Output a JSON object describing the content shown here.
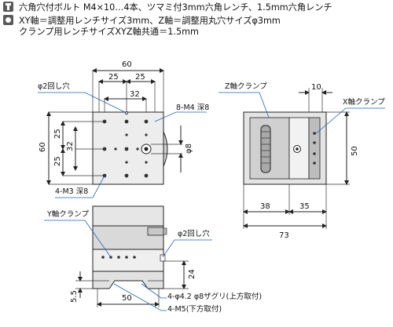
{
  "header": {
    "line1": "六角穴付ボルト M4×10…4本、ツマミ付3mm六角レンチ、1.5mm六角レンチ",
    "line2": "XY軸＝調整用レンチサイズ3mm、Z軸＝調整用丸穴サイズφ3mm",
    "line3": "クランプ用レンチサイズXYZ軸共通＝1.5mm",
    "icon1": "hex-bolt-icon",
    "icon2": "hex-nut-icon"
  },
  "top_view": {
    "dim_60_top": "60",
    "dim_25_a": "25",
    "dim_25_b": "25",
    "dim_32_h": "32",
    "dim_60_left": "60",
    "dim_25_l1": "25",
    "dim_32_v": "32",
    "dim_25_l2": "25",
    "dim_phi8": "φ8",
    "note_phi2": "φ2回し穴",
    "note_8m4": "8-M4 深8",
    "note_4m3": "4-M3 深8"
  },
  "side_view": {
    "note_z_clamp": "Z軸クランプ",
    "note_x_clamp": "X軸クランプ",
    "dim_10": "10",
    "dim_50": "50",
    "dim_38": "38",
    "dim_35": "35",
    "dim_73": "73"
  },
  "front_view": {
    "note_y_clamp": "Y軸クランプ",
    "note_phi2": "φ2回し穴",
    "dim_24": "24",
    "dim_5_5": "5.5",
    "dim_50": "50",
    "note_4phi": "4-φ4.2 φ8ザグリ(上方取付)",
    "note_4m5": "4-M5(下方取付)"
  }
}
